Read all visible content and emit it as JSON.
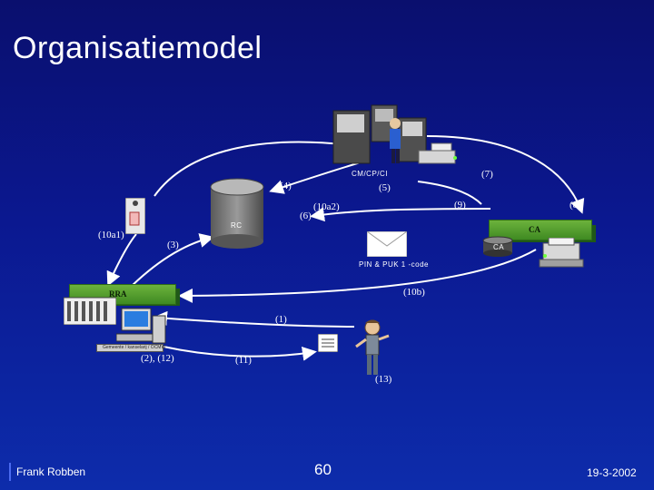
{
  "title": "Organisatiemodel",
  "labels": {
    "cm_cp_ci": "CM/CP/CI",
    "step4": "(4)",
    "step5": "(5)",
    "step7": "(7)",
    "step6": "(6)",
    "step10a2": "(10a2)",
    "step9": "(9)",
    "step8": "(8)",
    "rc": "RC",
    "step10a1": "(10a1)",
    "step3": "(3)",
    "ca_bar": "CA",
    "ca_disk": "CA",
    "pin_puk": "PIN & PUK 1 -code",
    "step10b": "(10b)",
    "rra": "RRA",
    "step1": "(1)",
    "step2_12": "(2), (12)",
    "step11": "(11)",
    "step13": "(13)",
    "terminal_caption": "Gemeente / kanselarij / OCMW"
  },
  "footer": {
    "author": "Frank Robben",
    "page": "60",
    "date": "19-3-2002"
  },
  "colors": {
    "background": "#0b1890",
    "bar_green": "#4f9a2c",
    "arrow": "#ffffff"
  }
}
